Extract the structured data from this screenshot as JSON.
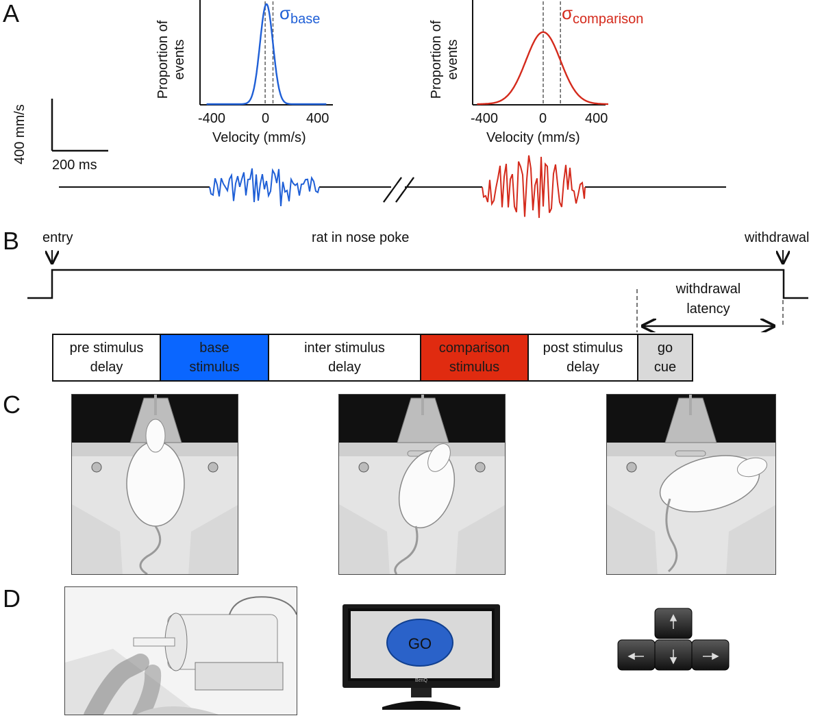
{
  "panels": {
    "a": "A",
    "b": "B",
    "c": "C",
    "d": "D"
  },
  "panel_a": {
    "scale_bar": {
      "vertical": "400 mm/s",
      "horizontal": "200 ms"
    },
    "plots": [
      {
        "ylabel_line1": "Proportion of",
        "ylabel_line2": "events",
        "xlabel": "Velocity (mm/s)",
        "ticks": [
          "-400",
          "0",
          "400"
        ],
        "sigma_symbol": "σ",
        "sigma_subscript": "base",
        "color": "#1f5fd6"
      },
      {
        "ylabel_line1": "Proportion of",
        "ylabel_line2": "events",
        "xlabel": "Velocity (mm/s)",
        "ticks": [
          "-400",
          "0",
          "400"
        ],
        "sigma_symbol": "σ",
        "sigma_subscript": "comparison",
        "color": "#d42a1c"
      }
    ]
  },
  "chart_data": [
    {
      "type": "line",
      "xlabel": "Velocity (mm/s)",
      "ylabel": "Proportion of events",
      "xlim": [
        -500,
        500
      ],
      "series": [
        {
          "name": "σbase",
          "distribution": "gaussian",
          "mean": 0,
          "sd": 50,
          "peak": 1.0
        }
      ],
      "reference_lines_x": [
        -10,
        50
      ]
    },
    {
      "type": "line",
      "xlabel": "Velocity (mm/s)",
      "ylabel": "Proportion of events",
      "xlim": [
        -500,
        500
      ],
      "series": [
        {
          "name": "σcomparison",
          "distribution": "gaussian",
          "mean": 0,
          "sd": 120,
          "peak": 0.72
        }
      ],
      "reference_lines_x": [
        0,
        120
      ]
    }
  ],
  "panel_b": {
    "entry": "entry",
    "withdrawal": "withdrawal",
    "rat_in_nose_poke": "rat in nose poke",
    "withdrawal_latency_line1": "withdrawal",
    "withdrawal_latency_line2": "latency",
    "segments": [
      {
        "label": "pre stimulus\ndelay",
        "bg": "#ffffff",
        "fg": "#111111"
      },
      {
        "label": "base\nstimulus",
        "bg": "#0a66ff",
        "fg": "#1a1a1a"
      },
      {
        "label": "inter stimulus\ndelay",
        "bg": "#ffffff",
        "fg": "#111111"
      },
      {
        "label": "comparison\nstimulus",
        "bg": "#e02b10",
        "fg": "#1a1a1a"
      },
      {
        "label": "post stimulus\ndelay",
        "bg": "#ffffff",
        "fg": "#111111"
      },
      {
        "label": "go\ncue",
        "bg": "#d9d9d9",
        "fg": "#111111"
      }
    ]
  },
  "panel_d": {
    "monitor_text": "GO",
    "monitor_brand": "BenQ"
  }
}
